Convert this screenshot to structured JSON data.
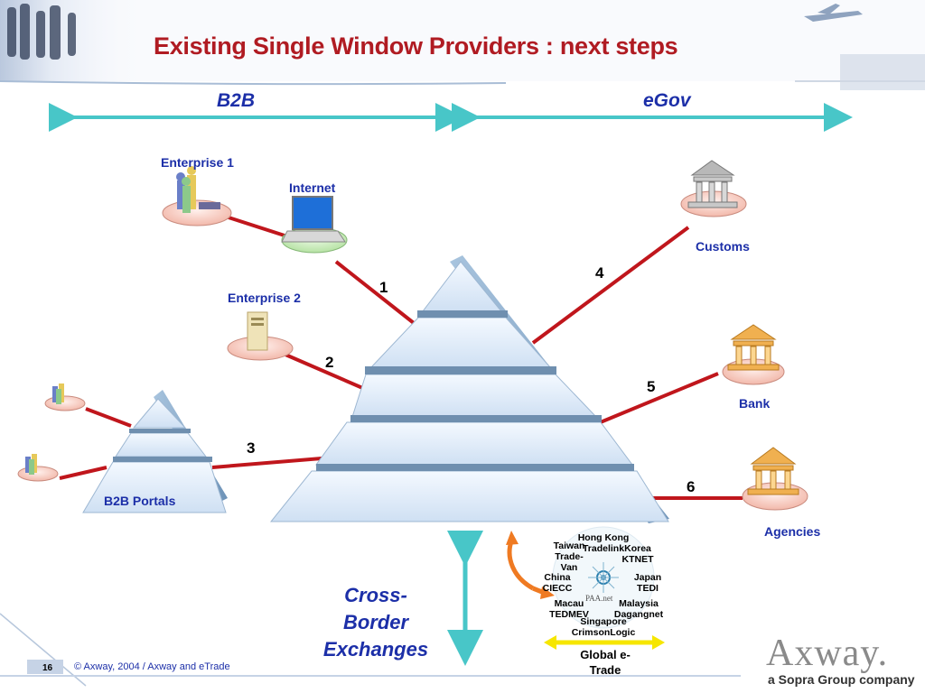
{
  "title": "Existing Single Window Providers : next steps",
  "sections": {
    "b2b": "B2B",
    "egov": "eGov"
  },
  "nodes": {
    "enterprise1": "Enterprise 1",
    "internet": "Internet",
    "enterprise2": "Enterprise 2",
    "b2b_portals": "B2B Portals",
    "customs": "Customs",
    "bank": "Bank",
    "agencies": "Agencies"
  },
  "links": [
    "1",
    "2",
    "3",
    "4",
    "5",
    "6"
  ],
  "cross_border": "Cross-Border Exchanges",
  "cross_border_lines": [
    "Cross-",
    "Border",
    "Exchanges"
  ],
  "paa_members": [
    "Hong Kong Tradelink",
    "Taiwan Trade-Van",
    "Korea KTNET",
    "China CIECC",
    "Japan TEDI",
    "Macau TEDMEV",
    "Malaysia Dagangnet",
    "Singapore CrimsonLogic"
  ],
  "paa_logo": "PAA.net",
  "global_etrade": "Global e-Trade",
  "footer": {
    "page": "16",
    "copyright": "© Axway, 2004 / Axway and eTrade"
  },
  "logo": {
    "brand": "Axway.",
    "tagline": "a Sopra Group company"
  },
  "colors": {
    "title": "#b01b22",
    "label": "#1c2fa8",
    "link": "#c0161c",
    "arrow": "#48c6c8",
    "pyramid": "#7fa6c8",
    "etrade_arrow": "#f6e600"
  }
}
